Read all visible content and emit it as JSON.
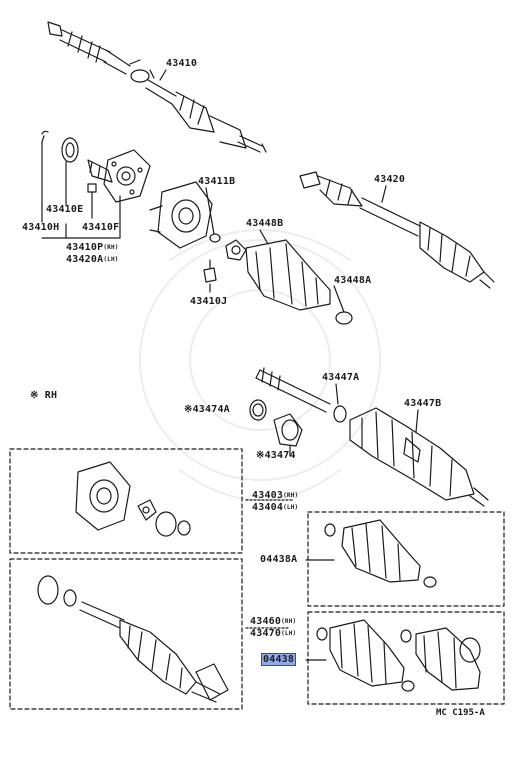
{
  "diagram": {
    "code": "MC C195-A",
    "rh_marker": "※ RH",
    "highlight_color": "#8fa8e6",
    "labels": {
      "p43410": "43410",
      "p43410E": "43410E",
      "p43410H": "43410H",
      "p43410F": "43410F",
      "p43410P": "43410P",
      "p43410P_sfx": "(RH)",
      "p43420A": "43420A",
      "p43420A_sfx": "(LH)",
      "p43411B": "43411B",
      "p43448B": "43448B",
      "p43448A": "43448A",
      "p43410J": "43410J",
      "p43420": "43420",
      "p43447A": "43447A",
      "p43447B": "43447B",
      "p43474A": "※43474A",
      "p43474": "※43474",
      "p43403": "43403",
      "p43403_sfx": "(RH)",
      "p43404": "43404",
      "p43404_sfx": "(LH)",
      "p04438A": "04438A",
      "p43460": "43460",
      "p43460_sfx": "(RH)",
      "p43470": "43470",
      "p43470_sfx": "(LH)",
      "p04438": "04438"
    }
  }
}
